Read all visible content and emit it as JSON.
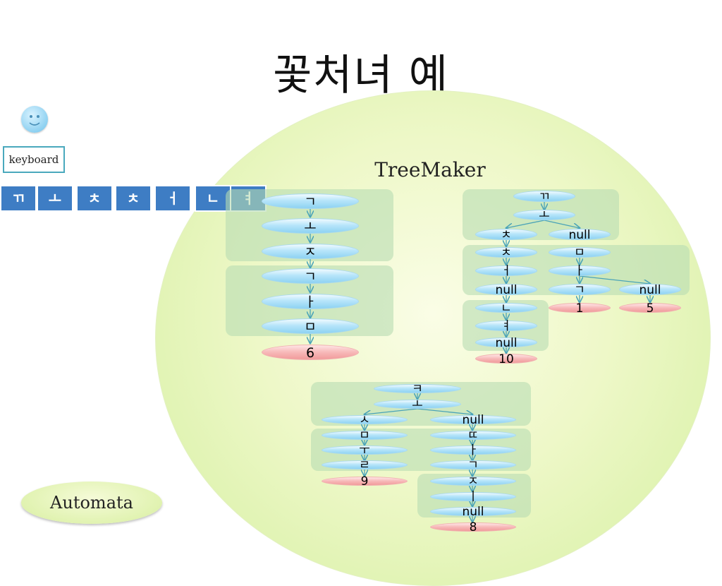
{
  "title": "꽃처녀 예",
  "keyboard_label": "keyboard",
  "keys": [
    "ㄲ",
    "ㅗ",
    "ㅊ",
    "ㅊ",
    "ㅓ",
    "ㄴ",
    "ㅕ"
  ],
  "treemaker_label": "TreeMaker",
  "automata_label": "Automata",
  "trees": {
    "t1": [
      "ㄱ",
      "ㅗ",
      "ㅈ",
      "ㄱ",
      "ㅏ",
      "ㅁ",
      "6"
    ],
    "t2": [
      "ㄲ",
      "ㅗ",
      "ㅊ",
      "null",
      "ㅊ",
      "ㅁ",
      "ㅓ",
      "ㅏ",
      "null",
      "ㄱ",
      "null",
      "ㄴ",
      "1",
      "5",
      "ㅕ",
      "null",
      "10"
    ],
    "t3": [
      "ㅋ",
      "ㅗ",
      "ㅅ",
      "null",
      "ㅁ",
      "ㄸ",
      "ㅜ",
      "ㅏ",
      "ㄹ",
      "ㄱ",
      "9",
      "ㅈ",
      "ㅣ",
      "null",
      "8"
    ]
  },
  "colors": {
    "node": "#8dd2f2",
    "leaf": "#f19b9b",
    "group": "#b8dcb2",
    "key": "#3e7dc4",
    "edge": "#4aa3b8"
  }
}
